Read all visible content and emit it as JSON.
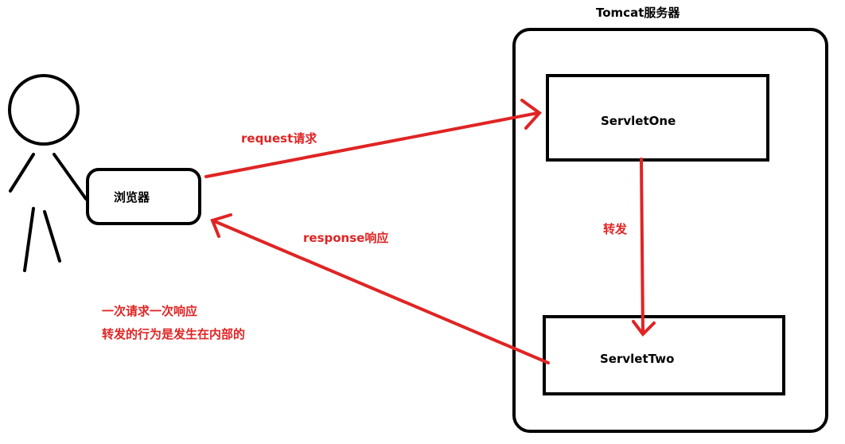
{
  "server": {
    "title": "Tomcat服务器"
  },
  "browser": {
    "label": "浏览器"
  },
  "servlet_one": {
    "label": "ServletOne"
  },
  "servlet_two": {
    "label": "ServletTwo"
  },
  "arrows": {
    "request_label": "request请求",
    "response_label": "response响应",
    "forward_label": "转发"
  },
  "notes": {
    "line1": "一次请求一次响应",
    "line2": "转发的行为是发生在内部的"
  },
  "colors": {
    "stroke": "#000000",
    "accent": "#e02424"
  },
  "icons": {
    "user": "stick-figure-icon"
  }
}
